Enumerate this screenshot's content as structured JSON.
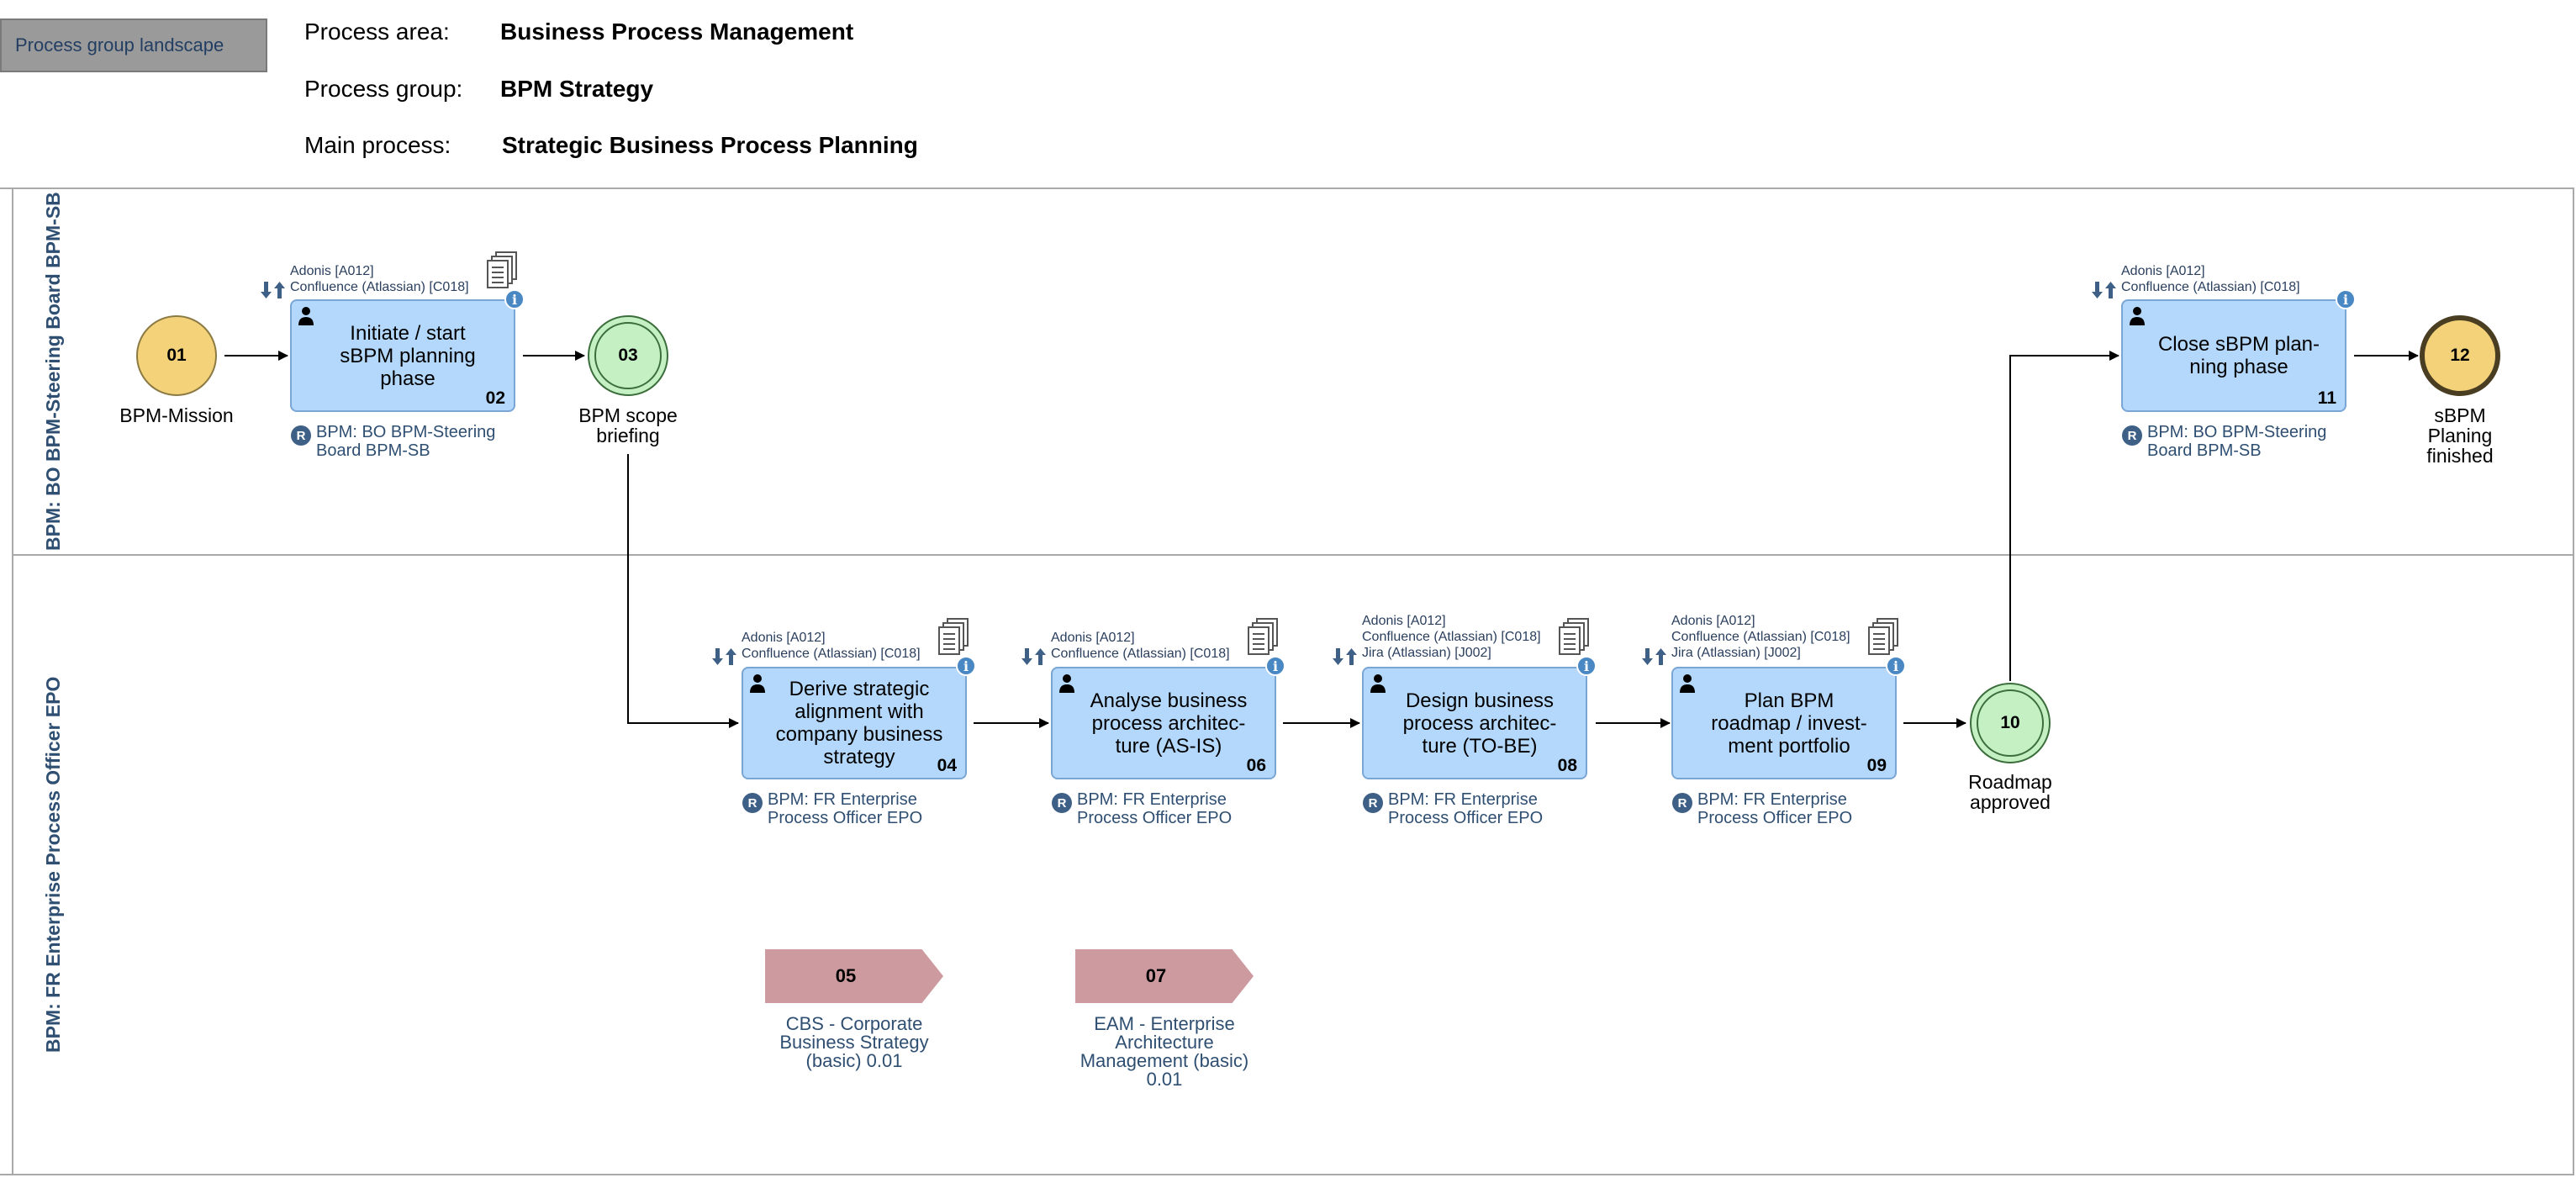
{
  "header": {
    "landscape_button": "Process group landscape",
    "area_label": "Process area:",
    "area_value": "Business Process Management",
    "group_label": "Process group:",
    "group_value": "BPM Strategy",
    "main_label": "Main process:",
    "main_value": "Strategic Business Process Planning"
  },
  "lanes": {
    "top": "BPM: BO BPM-Steering Board BPM-SB",
    "bottom": "BPM: FR Enterprise Process Officer EPO"
  },
  "events": {
    "e01": {
      "num": "01",
      "label": "BPM-Mission"
    },
    "e03": {
      "num": "03",
      "label1": "BPM scope",
      "label2": "briefing"
    },
    "e10": {
      "num": "10",
      "label1": "Roadmap",
      "label2": "approved"
    },
    "e12": {
      "num": "12",
      "label1": "sBPM",
      "label2": "Planing",
      "label3": "finished"
    }
  },
  "tasks": {
    "t02": {
      "num": "02",
      "line1": "Initiate / start",
      "line2": "sBPM planning",
      "line3": "phase",
      "sys1": "Adonis [A012]",
      "sys2": "Confluence (Atlassian) [C018]",
      "role1": "BPM: BO BPM-Steering",
      "role2": "Board BPM-SB"
    },
    "t04": {
      "num": "04",
      "line1": "Derive strategic",
      "line2": "alignment with",
      "line3": "company business",
      "line4": "strategy",
      "sys1": "Adonis [A012]",
      "sys2": "Confluence (Atlassian) [C018]",
      "role1": "BPM: FR Enterprise",
      "role2": "Process Officer EPO"
    },
    "t06": {
      "num": "06",
      "line1": "Analyse business",
      "line2": "process architec-",
      "line3": "ture (AS-IS)",
      "sys1": "Adonis [A012]",
      "sys2": "Confluence (Atlassian) [C018]",
      "role1": "BPM: FR Enterprise",
      "role2": "Process Officer EPO"
    },
    "t08": {
      "num": "08",
      "line1": "Design business",
      "line2": "process architec-",
      "line3": "ture (TO-BE)",
      "sys1": "Adonis [A012]",
      "sys2": "Confluence (Atlassian) [C018]",
      "sys3": "Jira (Atlassian) [J002]",
      "role1": "BPM: FR Enterprise",
      "role2": "Process Officer EPO"
    },
    "t09": {
      "num": "09",
      "line1": "Plan BPM",
      "line2": "roadmap / invest-",
      "line3": "ment portfolio",
      "sys1": "Adonis [A012]",
      "sys2": "Confluence (Atlassian) [C018]",
      "sys3": "Jira (Atlassian) [J002]",
      "role1": "BPM: FR Enterprise",
      "role2": "Process Officer EPO"
    },
    "t11": {
      "num": "11",
      "line1": "Close sBPM plan-",
      "line2": "ning phase",
      "sys1": "Adonis [A012]",
      "sys2": "Confluence (Atlassian) [C018]",
      "role1": "BPM: BO BPM-Steering",
      "role2": "Board BPM-SB"
    }
  },
  "interfaces": {
    "i05": {
      "num": "05",
      "line1": "CBS - Corporate",
      "line2": "Business Strategy",
      "line3": "(basic) 0.01"
    },
    "i07": {
      "num": "07",
      "line1": "EAM - Enterprise",
      "line2": "Architecture",
      "line3": "Management (basic)",
      "line4": "0.01"
    }
  },
  "role_badge": "R",
  "info_glyph": "i",
  "icons": [
    "person-icon",
    "info-icon",
    "document-stack-icon",
    "up-down-arrows-icon",
    "role-badge"
  ],
  "colors": {
    "task_fill": "#b4d8fc",
    "task_border": "#7aa6d6",
    "start_event": "#f3d27a",
    "intermediate_event": "#c4f0c4",
    "interface_fill": "#cc9a9f",
    "lane_title": "#2f4f72",
    "info": "#4a88c4"
  }
}
